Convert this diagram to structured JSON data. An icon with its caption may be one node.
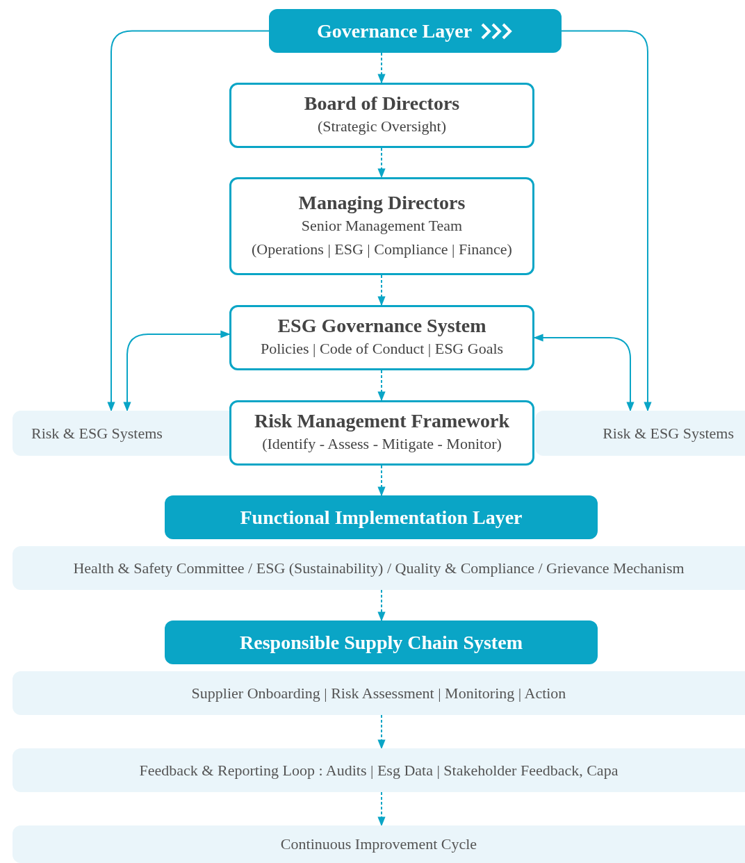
{
  "diagram": {
    "nodes": [
      {
        "text": [
          "Governance Layer"
        ]
      },
      {
        "text": [
          "Board of Directors",
          "(Strategic Oversight)"
        ]
      },
      {
        "text": [
          "Managing Directors",
          "Senior Management Team",
          "(Operations | ESG | Compliance | Finance)"
        ]
      },
      {
        "text": [
          "ESG Governance System",
          "Policies | Code of Conduct | ESG Goals"
        ]
      },
      {
        "text": [
          "Risk & ESG Systems"
        ]
      },
      {
        "text": [
          "Risk Management Framework",
          "(Identify - Assess - Mitigate - Monitor)"
        ]
      },
      {
        "text": [
          "Risk & ESG Systems"
        ]
      },
      {
        "text": [
          "Functional Implementation Layer"
        ]
      },
      {
        "text": [
          "Health & Safety Committee / ESG (Sustainability) / Quality & Compliance /  Grievance Mechanism"
        ]
      },
      {
        "text": [
          "Responsible Supply Chain System"
        ]
      },
      {
        "text": [
          "Supplier Onboarding | Risk Assessment | Monitoring | Action"
        ]
      },
      {
        "text": [
          "Feedback & Reporting Loop : Audits | Esg Data | Stakeholder Feedback, Capa"
        ]
      },
      {
        "text": [
          "Continuous Improvement Cycle"
        ]
      }
    ],
    "edges": [
      {
        "from": 0,
        "to": 1,
        "arrow": "to",
        "style": "dashed"
      },
      {
        "from": 1,
        "to": 2,
        "arrow": "to",
        "style": "dashed"
      },
      {
        "from": 2,
        "to": 3,
        "arrow": "to",
        "style": "dashed"
      },
      {
        "from": 3,
        "to": 5,
        "arrow": "to",
        "style": "dashed"
      },
      {
        "from": 5,
        "to": 7,
        "arrow": "to",
        "style": "dashed"
      },
      {
        "from": 8,
        "to": 9,
        "arrow": "to",
        "style": "dashed"
      },
      {
        "from": 10,
        "to": 11,
        "arrow": "to",
        "style": "dashed"
      },
      {
        "from": 11,
        "to": 12,
        "arrow": "to",
        "style": "dashed"
      },
      {
        "from": 0,
        "to": 4,
        "arrow": "to"
      },
      {
        "from": 0,
        "to": 6,
        "arrow": "to"
      },
      {
        "from": 4,
        "to": 3,
        "arrow": "both"
      },
      {
        "from": 6,
        "to": 3,
        "arrow": "both"
      }
    ]
  }
}
